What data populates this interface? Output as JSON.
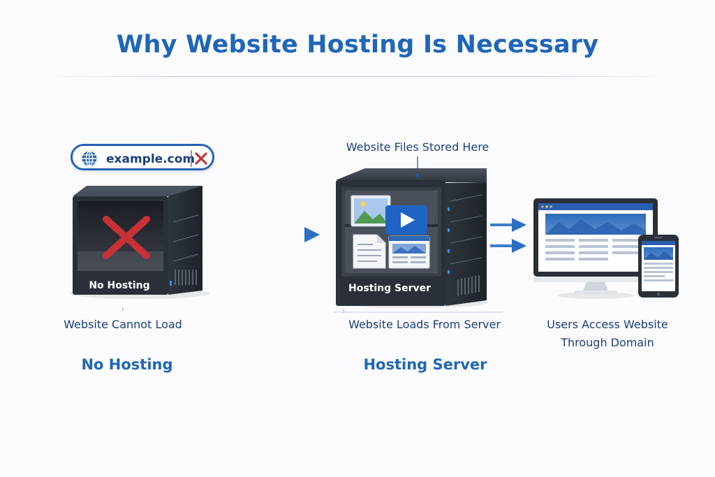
{
  "title": "Why Website Hosting Is Necessary",
  "colors": {
    "accent": "#1f66b8",
    "label": "#1c3f7a",
    "error": "#c83136",
    "server_dark": "#2b3038",
    "arrow": "#2a6fc4"
  },
  "left": {
    "url": "example.com",
    "url_status_icon": "x-icon",
    "server_label": "No Hosting",
    "status": "Website Cannot Load",
    "caption": "No Hosting"
  },
  "middle": {
    "callout": "Website Files Stored Here",
    "server_label": "Hosting Server",
    "status": "Website Loads From Server",
    "caption": "Hosting Server"
  },
  "right": {
    "status_line1": "Users Access Website",
    "status_line2": "Through Domain"
  },
  "icons": {
    "globe": "globe-icon",
    "error": "red-x-icon",
    "image": "image-file-icon",
    "video": "video-play-icon",
    "document": "document-icon",
    "webpage": "webpage-icon",
    "monitor": "desktop-monitor-icon",
    "phone": "smartphone-icon"
  }
}
